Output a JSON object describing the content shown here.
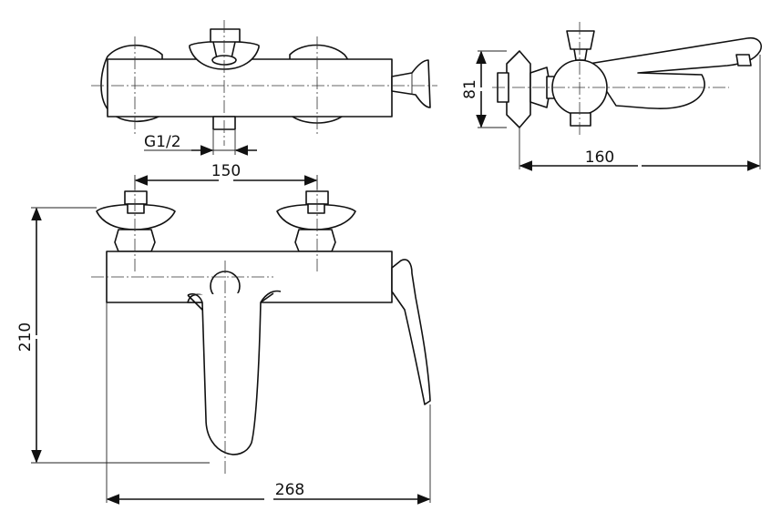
{
  "labels": {
    "thread": "G1/2",
    "dim_inlet_spacing": "150",
    "dim_depth": "81",
    "dim_spout_reach": "160",
    "dim_height": "210",
    "dim_width": "268"
  },
  "colors": {
    "line": "#111111",
    "background": "#ffffff"
  }
}
